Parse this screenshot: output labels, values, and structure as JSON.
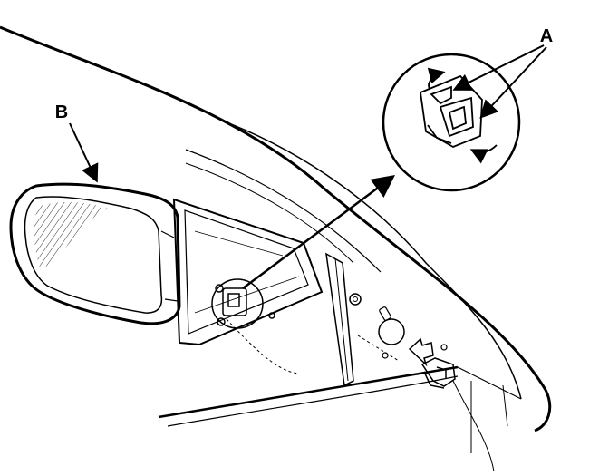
{
  "diagram": {
    "callouts": [
      {
        "id": "A",
        "label": "A"
      },
      {
        "id": "B",
        "label": "B"
      }
    ],
    "parts": [
      {
        "id": "mirror",
        "icon": "side-mirror-icon"
      },
      {
        "id": "connector",
        "icon": "electrical-connector-icon"
      },
      {
        "id": "door",
        "icon": "car-door-icon"
      }
    ],
    "colors": {
      "ink": "#000000",
      "paper": "#ffffff"
    }
  }
}
